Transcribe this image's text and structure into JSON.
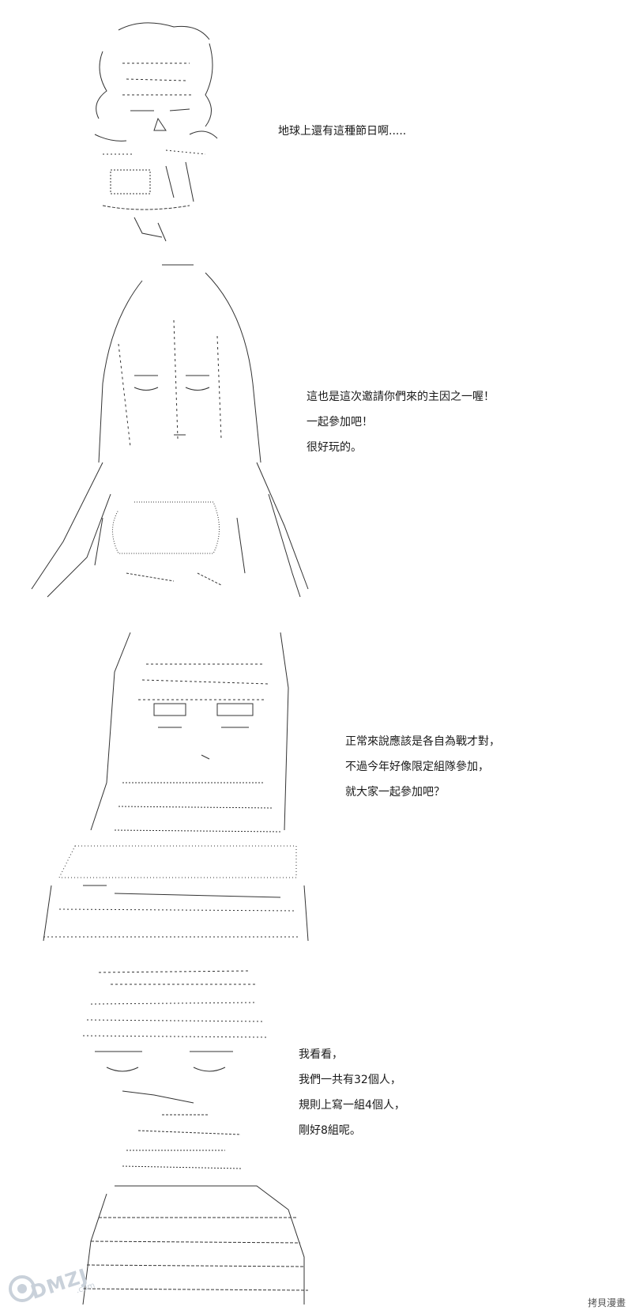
{
  "colors": {
    "background": "#ffffff",
    "ink": "#1a1a1a",
    "watermark": "#c9d1da"
  },
  "panels": [
    {
      "lines": [
        "地球上還有這種節日啊....."
      ]
    },
    {
      "lines": [
        "這也是這次邀請你們來的主因之一喔！",
        "一起參加吧！",
        "很好玩的。"
      ]
    },
    {
      "lines": [
        "正常來說應該是各自為戰才對，",
        "不過今年好像限定組隊參加，",
        "就大家一起參加吧？"
      ]
    },
    {
      "lines": [
        "我看看，",
        "我們一共有32個人，",
        "規則上寫一組4個人，",
        "剛好8組呢。"
      ]
    }
  ],
  "watermark": {
    "logo_text": "DMZJ",
    "sub_text": ".com"
  },
  "stamp": {
    "text": "拷貝漫畫"
  }
}
